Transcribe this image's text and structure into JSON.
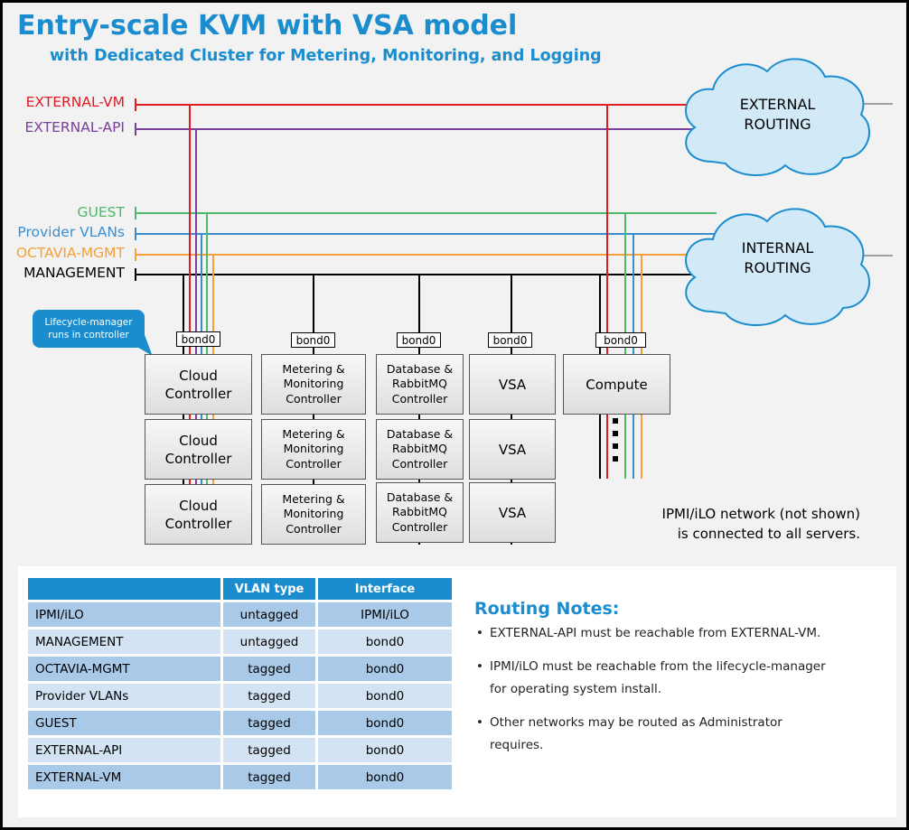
{
  "title": "Entry-scale KVM with VSA model",
  "subtitle": "with Dedicated Cluster for Metering, Monitoring, and Logging",
  "colors": {
    "accent": "#1b8dce",
    "external_vm": "#e21b23",
    "external_api": "#7a3f98",
    "guest": "#4cb96b",
    "provider_vlans": "#3a8ed0",
    "octavia_mgmt": "#f5a03a",
    "management": "#000000"
  },
  "networks": [
    {
      "label": "EXTERNAL-VM",
      "color": "#e21b23"
    },
    {
      "label": "EXTERNAL-API",
      "color": "#7a3f98"
    },
    {
      "label": "GUEST",
      "color": "#4cb96b"
    },
    {
      "label": "Provider VLANs",
      "color": "#3a8ed0"
    },
    {
      "label": "OCTAVIA-MGMT",
      "color": "#f5a03a"
    },
    {
      "label": "MANAGEMENT",
      "color": "#000000"
    }
  ],
  "clouds": {
    "external": "EXTERNAL\nROUTING",
    "internal": "INTERNAL\nROUTING"
  },
  "bond_label": "bond0",
  "callout": "Lifecycle-manager\nruns in controller",
  "servers": {
    "cloud_controller": "Cloud\nController",
    "metering": "Metering &\nMonitoring\nController",
    "database": "Database &\nRabbitMQ\nController",
    "vsa": "VSA",
    "compute": "Compute"
  },
  "ipmi_note": "IPMI/iLO network (not shown)\nis connected to all servers.",
  "table": {
    "headers": [
      "",
      "VLAN type",
      "Interface"
    ],
    "rows": [
      [
        "IPMI/iLO",
        "untagged",
        "IPMI/iLO"
      ],
      [
        "MANAGEMENT",
        "untagged",
        "bond0"
      ],
      [
        "OCTAVIA-MGMT",
        "tagged",
        "bond0"
      ],
      [
        "Provider VLANs",
        "tagged",
        "bond0"
      ],
      [
        "GUEST",
        "tagged",
        "bond0"
      ],
      [
        "EXTERNAL-API",
        "tagged",
        "bond0"
      ],
      [
        "EXTERNAL-VM",
        "tagged",
        "bond0"
      ]
    ]
  },
  "routing_notes": {
    "title": "Routing Notes:",
    "items": [
      "EXTERNAL-API must be reachable from EXTERNAL-VM.",
      "IPMI/iLO must be reachable from the lifecycle-manager\nfor operating system install.",
      "Other networks may be routed as Administrator\nrequires."
    ]
  }
}
